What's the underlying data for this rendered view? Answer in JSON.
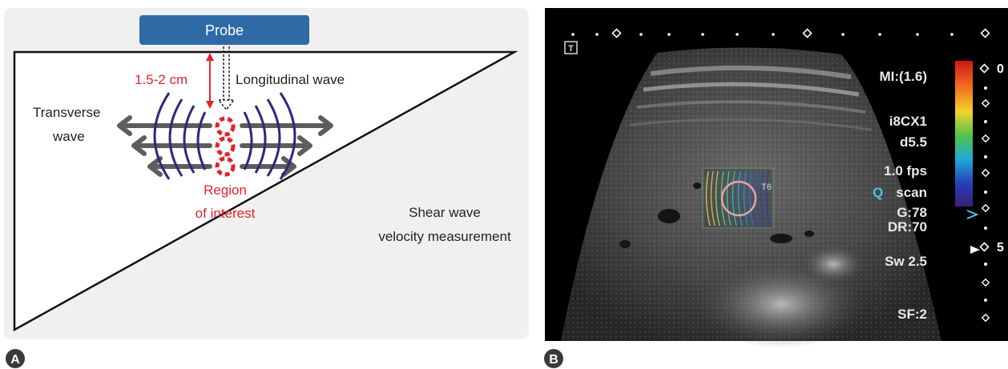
{
  "panel_a": {
    "probe_label": "Probe",
    "depth_label": "1.5-2 cm",
    "longitudinal_label": "Longitudinal wave",
    "transverse_label_1": "Transverse",
    "transverse_label_2": "wave",
    "roi_label_1": "Region",
    "roi_label_2": "of interest",
    "shear_label_1": "Shear wave",
    "shear_label_2": "velocity measurement",
    "panel_letter": "A",
    "colors": {
      "probe": "#2e6ba6",
      "red": "#e2232b",
      "wave": "#2b2a7c",
      "arrow": "#5d5d5d",
      "background": "#f0f0f0"
    }
  },
  "panel_b": {
    "panel_letter": "B",
    "mi": "MI:(1.6)",
    "probe_model": "i8CX1",
    "depth": "d5.5",
    "fps": "1.0 fps",
    "qscan": "scan",
    "gain": "G:78",
    "dynamic_range": "DR:70",
    "sw": "Sw 2.5",
    "sf": "SF:2",
    "scale_top": "0",
    "scale_mid": "5",
    "roi_tag": "T6",
    "trapezoid_icon": "T"
  }
}
